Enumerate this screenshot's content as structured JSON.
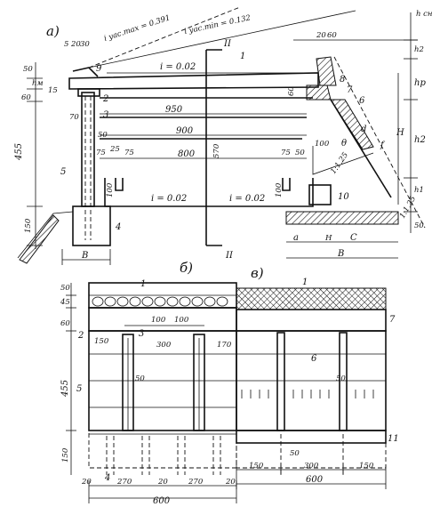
{
  "views": {
    "a": "а)",
    "b": "б)",
    "v": "в)"
  },
  "section_marks": {
    "top": "II",
    "bottom": "II"
  },
  "slopes": {
    "i_max": "i уас.max = 0.391",
    "i_min": "i уас.min = 0.132",
    "i_top": "i = 0.02",
    "i_bottom_left": "i = 0.02",
    "i_bottom_right": "i = 0.02",
    "side_slope": "1:1,25",
    "lower_slope": "1:1,25"
  },
  "heights": {
    "h_sn": "h сн",
    "h2_top": "h2",
    "hp": "hр",
    "H": "H",
    "h2": "h2",
    "h1": "h1",
    "hm": "hм"
  },
  "dimensions_a": {
    "top_left": [
      "5",
      "20",
      "30"
    ],
    "top_right": [
      "20",
      "60"
    ],
    "left": [
      "50",
      "60",
      "455",
      "150"
    ],
    "left_inner": [
      "70",
      "50",
      "15"
    ],
    "span_950": "950",
    "span_900": "900",
    "span_800": "800",
    "small": [
      "75",
      "25",
      "75",
      "75",
      "50"
    ],
    "v570": "570",
    "v100_left": "100",
    "v100_right": "100",
    "v60": "60",
    "n100": "100",
    "right_f": "f",
    "right_theta": "θ",
    "right_d": "d",
    "base": {
      "a": "a",
      "H": "H",
      "C": "C",
      "B": "B"
    },
    "B_left": "B",
    "v50": "50"
  },
  "part_numbers": [
    "1",
    "2",
    "3",
    "4",
    "5",
    "6",
    "7",
    "8",
    "9",
    "10",
    "11"
  ],
  "dimensions_b": {
    "left": [
      "50",
      "45",
      "60",
      "455",
      "150"
    ],
    "h100a": "100",
    "h100b": "100",
    "h150": "150",
    "h300": "300",
    "h170": "170",
    "v50": "50",
    "bottom": [
      "20",
      "270",
      "20",
      "270",
      "20"
    ],
    "total": "600"
  },
  "dimensions_v": {
    "v50": "50",
    "v50b": "50",
    "bottom": [
      "150",
      "300",
      "150"
    ],
    "total": "600"
  }
}
